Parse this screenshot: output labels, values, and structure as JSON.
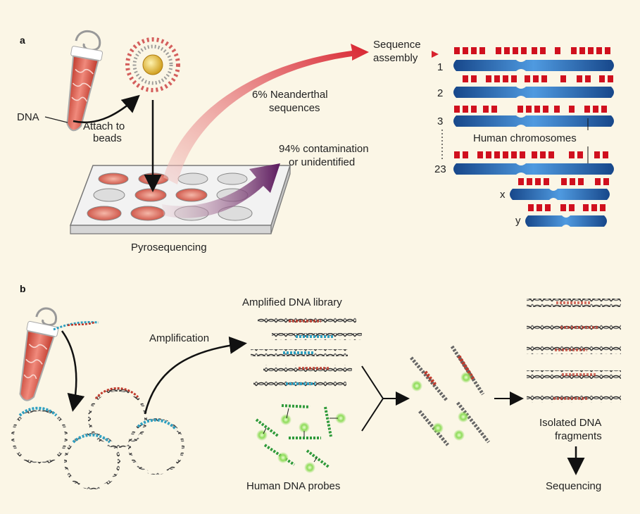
{
  "panels": {
    "a": "a",
    "b": "b"
  },
  "panel_a": {
    "dna": "DNA",
    "attach_line1": "Attach to",
    "attach_line2": "beads",
    "pyro": "Pyrosequencing",
    "neander_line1": "6% Neanderthal",
    "neander_line2": "sequences",
    "contam_line1": "94% contamination",
    "contam_line2": "or unidentified",
    "assembly_line1": "Sequence",
    "assembly_line2": "assembly",
    "human_chrom": "Human chromosomes",
    "chromosome_labels": [
      "1",
      "2",
      "3",
      "23",
      "x",
      "y"
    ]
  },
  "panel_b": {
    "amplification": "Amplification",
    "amplified_library": "Amplified DNA library",
    "human_probes": "Human DNA probes",
    "isolated_line1": "Isolated DNA",
    "isolated_line2": "fragments",
    "sequencing": "Sequencing"
  },
  "colors": {
    "background": "#fbf6e6",
    "chromosome_blue": "#1f5fa8",
    "marker_red": "#d0101e",
    "neanderthal_arrow": "#d8222e",
    "contamination_arrow": "#5b1a5e",
    "probe_green": "#2e9a3a"
  }
}
